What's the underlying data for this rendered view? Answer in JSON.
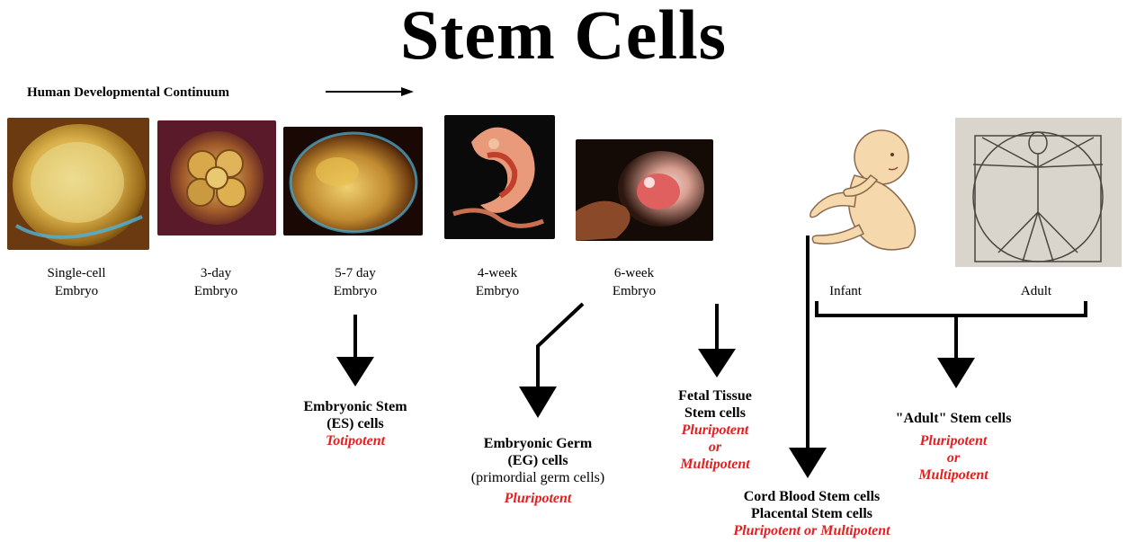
{
  "title": "Stem Cells",
  "continuum_label": "Human Developmental Continuum",
  "stages": [
    {
      "line1": "Single-cell",
      "line2": "Embryo"
    },
    {
      "line1": "3-day",
      "line2": "Embryo"
    },
    {
      "line1": "5-7 day",
      "line2": "Embryo"
    },
    {
      "line1": "4-week",
      "line2": "Embryo"
    },
    {
      "line1": "6-week",
      "line2": "Embryo"
    }
  ],
  "later_stages": {
    "infant": "Infant",
    "adult": "Adult"
  },
  "outcomes": {
    "es": {
      "line1": "Embryonic Stem",
      "line2": "(ES) cells",
      "potency": "Totipotent"
    },
    "eg": {
      "line1": "Embryonic Germ",
      "line2": "(EG) cells",
      "note": "(primordial germ cells)",
      "potency": "Pluripotent"
    },
    "fetal": {
      "line1": "Fetal Tissue",
      "line2": "Stem cells",
      "potency1": "Pluripotent",
      "potency2": "or",
      "potency3": "Multipotent"
    },
    "adult": {
      "line1": "\"Adult\" Stem cells",
      "potency1": "Pluripotent",
      "potency2": "or",
      "potency3": "Multipotent"
    },
    "cord": {
      "line1": "Cord Blood Stem cells",
      "line2": "Placental Stem cells",
      "potency": "Pluripotent or Multipotent"
    }
  },
  "colors": {
    "potency_text": "#e02020"
  },
  "icons": [
    "single-cell-embryo-image",
    "three-day-embryo-image",
    "five-seven-day-embryo-image",
    "four-week-embryo-image",
    "six-week-embryo-image",
    "infant-illustration",
    "vitruvian-man-sketch"
  ]
}
